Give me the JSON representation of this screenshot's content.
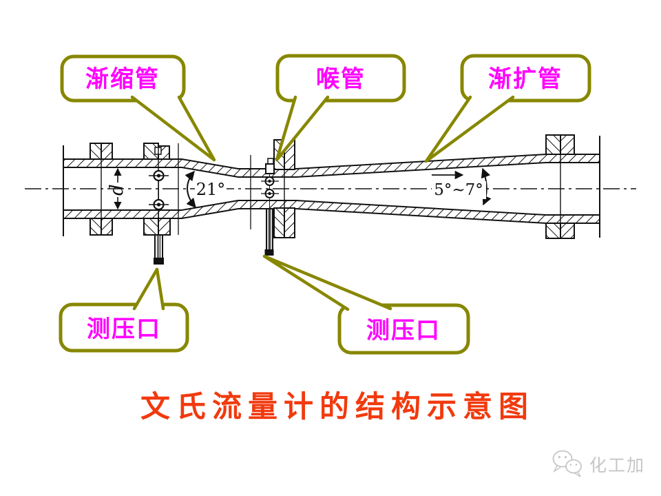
{
  "slide": {
    "caption": "文氏流量计的结构示意图",
    "watermark": {
      "brand": "化工加"
    }
  },
  "callouts": {
    "converging": {
      "label": "渐缩管"
    },
    "throat": {
      "label": "喉管"
    },
    "diverging": {
      "label": "渐扩管"
    },
    "tap_inlet": {
      "label": "测压口"
    },
    "tap_throat": {
      "label": "测压口"
    }
  },
  "annotations": {
    "converging_angle": "21°",
    "diverging_angle": "5°~7°",
    "inlet_diameter": "d"
  },
  "colors": {
    "callout_border": "#878700",
    "callout_text": "#ff00ff",
    "caption_text": "#f13a0e",
    "ink": "#111111",
    "watermark": "#c6c6c6"
  }
}
